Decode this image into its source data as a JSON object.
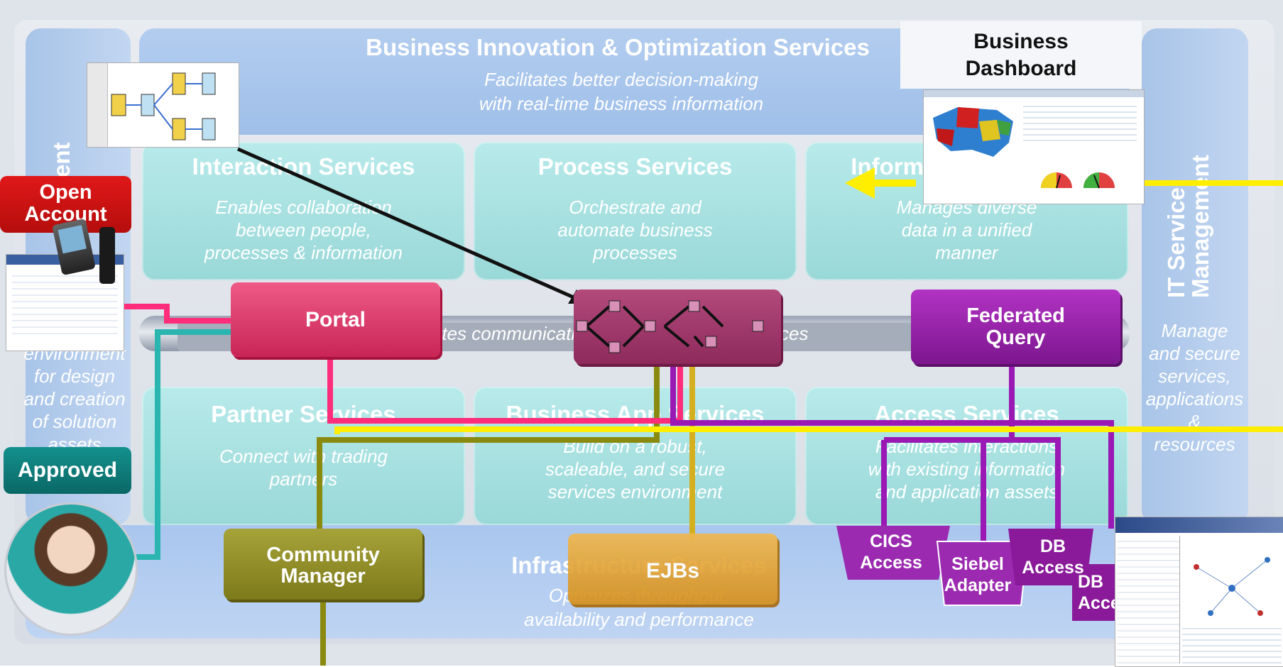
{
  "top_band": {
    "title": "Business Innovation & Optimization Services",
    "desc1": "Facilitates better decision-making",
    "desc2": "with real-time business information"
  },
  "left_column": {
    "title_fragment": "ent",
    "desc": [
      "environment",
      "for design",
      "and creation",
      "of solution",
      "assets"
    ]
  },
  "right_column": {
    "title1": "IT Service",
    "title2": "Management",
    "desc": [
      "Manage",
      "and secure",
      "services,",
      "applications",
      "&",
      "resources"
    ]
  },
  "services_row1": [
    {
      "title": "Interaction Services",
      "desc": [
        "Enables collaboration",
        "between people,",
        "processes & information"
      ]
    },
    {
      "title": "Process Services",
      "desc": [
        "Orchestrate and",
        "automate business",
        "processes"
      ]
    },
    {
      "title": "Information Services",
      "desc": [
        "Manages diverse",
        "data in a unified",
        "manner"
      ]
    }
  ],
  "bus_text_left": "Facilitates communication between services",
  "bus_text_right": "ces",
  "services_row2": [
    {
      "title": "Partner Services",
      "desc": [
        "Connect with trading",
        "partners"
      ]
    },
    {
      "title": "Business App Services",
      "desc": [
        "Build on a robust,",
        "scaleable, and secure",
        "services environment"
      ]
    },
    {
      "title": "Access Services",
      "desc": [
        "Facilitates interactions",
        "with existing information",
        "and application assets"
      ]
    }
  ],
  "infra": {
    "title": "Infrastructure Services",
    "desc1": "Optimizes throughput,",
    "desc2": "availability and performance"
  },
  "callouts": {
    "business_dashboard": "Business Dashboard",
    "open_account": "Open Account",
    "approved": "Approved",
    "portal": "Portal",
    "federated_query": "Federated Query",
    "community_manager": "Community Manager",
    "ejbs": "EJBs",
    "cics_access": "CICS Access",
    "siebel_adapter": "Siebel Adapter",
    "db_access": "DB Access",
    "db_access_2": "DB Access"
  },
  "colors": {
    "portal": "#e03a6a",
    "federated": "#8a1a9a",
    "community": "#8a8a1a",
    "ejbs": "#e6a02a",
    "open_account": "#cc1111",
    "approved": "#0d7a78",
    "pink_line": "#ff2d7a",
    "yellow_line": "#ffee00",
    "teal_line": "#2ab5b0",
    "olive_line": "#8a8a10",
    "purple_line": "#9a18b4",
    "gold_line": "#d4b020"
  },
  "icons": [
    "process-flow-icon",
    "workflow-diagram-icon",
    "us-map-icon",
    "gauge-icon",
    "pda-icon",
    "phone-icon"
  ]
}
